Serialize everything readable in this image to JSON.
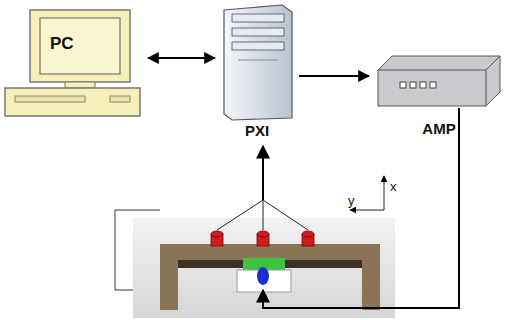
{
  "diagram": {
    "nodes": [
      {
        "text": [
          "PC"
        ]
      },
      {
        "text": [
          "PXI"
        ]
      },
      {
        "text": [
          "AMP"
        ]
      }
    ],
    "edges": [
      {
        "from": 0,
        "to": 1,
        "arrow": "both"
      },
      {
        "from": 1,
        "to": 2,
        "arrow": "to"
      }
    ],
    "labels": [
      "x",
      "y"
    ]
  }
}
